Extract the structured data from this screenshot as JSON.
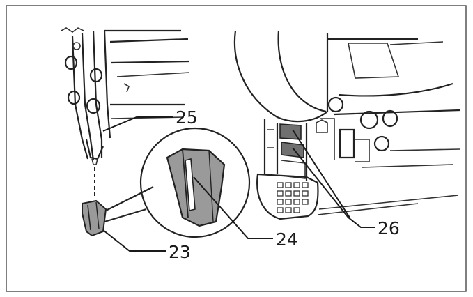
{
  "callouts": {
    "c25": "25",
    "c24": "24",
    "c23": "23",
    "c26": "26"
  },
  "colors": {
    "line": "#222222",
    "shade": "#9a9a9a",
    "frame": "#555555"
  }
}
